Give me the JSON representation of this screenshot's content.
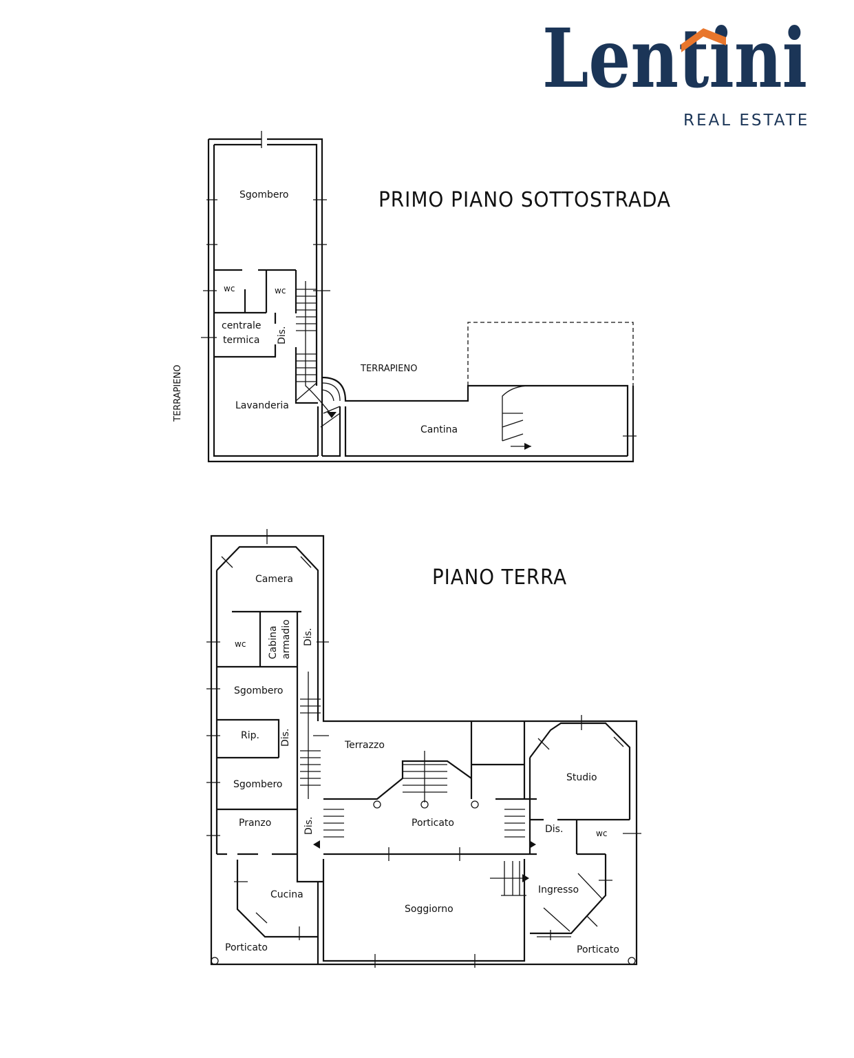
{
  "logo": {
    "name": "Lentini",
    "tagline": "REAL ESTATE",
    "colors": {
      "navy": "#1b3557",
      "roof": "#e8762c"
    }
  },
  "plans": [
    {
      "title": "PRIMO PIANO SOTTOSTRADA",
      "side_label": "TERRAPIENO",
      "rooms": {
        "sgombero": "Sgombero",
        "wc1": "wc",
        "wc2": "wc",
        "centrale": "centrale",
        "termica": "termica",
        "dis": "Dis.",
        "lavanderia": "Lavanderia",
        "terrapieno": "TERRAPIENO",
        "cantina": "Cantina"
      }
    },
    {
      "title": "PIANO TERRA",
      "rooms": {
        "camera": "Camera",
        "wc": "wc",
        "cabina": "Cabina",
        "armadio": "armadio",
        "dis1": "Dis.",
        "sgombero1": "Sgombero",
        "rip": "Rip.",
        "dis2": "Dis.",
        "sgombero2": "Sgombero",
        "pranzo": "Pranzo",
        "dis3": "Dis.",
        "cucina": "Cucina",
        "porticato1": "Porticato",
        "terrazzo": "Terrazzo",
        "porticato2": "Porticato",
        "soggiorno": "Soggiorno",
        "studio": "Studio",
        "dis4": "Dis.",
        "wc2": "wc",
        "ingresso": "Ingresso",
        "porticato3": "Porticato"
      }
    }
  ]
}
